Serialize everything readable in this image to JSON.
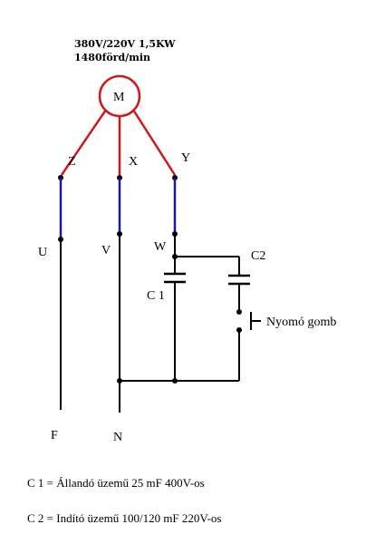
{
  "motor": {
    "spec_line1": "380V/220V 1,5KW",
    "spec_line2": "1480förd/min",
    "symbol": "M"
  },
  "terminals": {
    "z": "Z",
    "x": "X",
    "y": "Y",
    "u": "U",
    "v": "V",
    "w": "W",
    "f": "F",
    "n": "N"
  },
  "components": {
    "c1": "C 1",
    "c2": "C2",
    "button": "Nyomó gomb"
  },
  "notes": {
    "line1": "C 1 =  Állandó üzemű 25 mF  400V-os",
    "line2": "C 2 = Indító üzemű 100/120 mF 220V-os"
  },
  "colors": {
    "motor_wires": "#cc1a1a",
    "winding_leads": "#1a1a9c",
    "wiring": "#000000"
  }
}
